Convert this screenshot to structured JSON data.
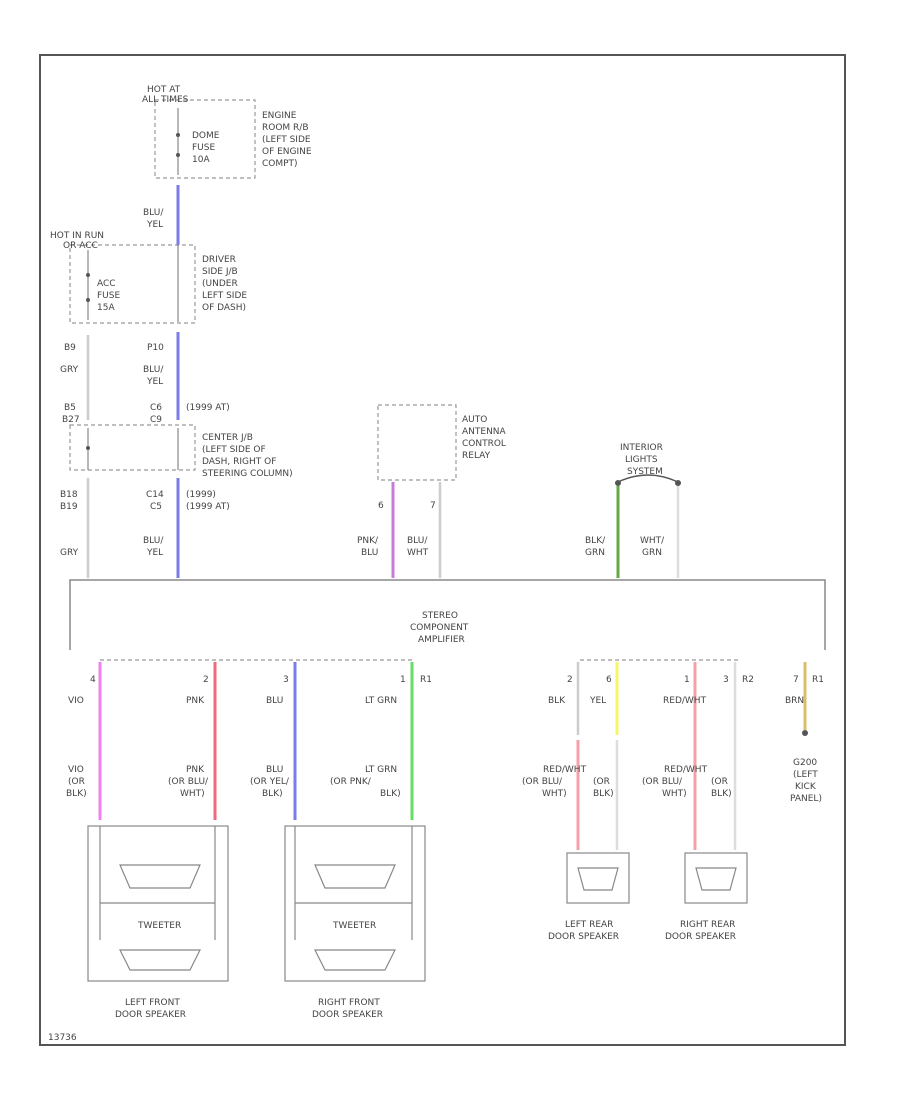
{
  "labels": {
    "hot_at": "HOT AT",
    "hot_at_sub": "ALL TIMES",
    "dome_fuse": [
      "DOME",
      "FUSE",
      "10A"
    ],
    "engine_rb": [
      "ENGINE",
      "ROOM R/B",
      "(LEFT SIDE",
      "OF ENGINE",
      "COMPT)"
    ],
    "hot_run": "HOT IN RUN",
    "hot_run_sub": "OR ACC",
    "acc_fuse": [
      "ACC",
      "FUSE",
      "15A"
    ],
    "driver_jb": [
      "DRIVER",
      "SIDE J/B",
      "(UNDER",
      "LEFT SIDE",
      "OF DASH)"
    ],
    "center_jb": [
      "CENTER J/B",
      "(LEFT SIDE OF",
      "DASH, RIGHT OF",
      "STEERING COLUMN)"
    ],
    "antenna_relay": [
      "AUTO",
      "ANTENNA",
      "CONTROL",
      "RELAY"
    ],
    "interior_lights": [
      "INTERIOR",
      "LIGHTS",
      "SYSTEM"
    ],
    "amp": [
      "STEREO",
      "COMPONENT",
      "AMPLIFIER"
    ],
    "ground": [
      "G200",
      "(LEFT",
      "KICK",
      "PANEL)"
    ],
    "footer": "13736"
  },
  "wire_labels": {
    "blu_yel_top": [
      "BLU/",
      "YEL"
    ],
    "p10": "P10",
    "blu_yel_mid": [
      "BLU/",
      "YEL"
    ],
    "b9": "B9",
    "gry_top": "GRY",
    "b5": "B5",
    "b27": "B27",
    "c6": "C6",
    "c6_note": "(1999 AT)",
    "c9": "C9",
    "b18": "B18",
    "b19": "B19",
    "c14": "C14",
    "c14_note": "(1999)",
    "c5": "C5",
    "c5_note": "(1999 AT)",
    "gry_bottom": "GRY",
    "blu_yel_bottom": [
      "BLU/",
      "YEL"
    ],
    "pnk_blu": [
      "PNK/",
      "BLU"
    ],
    "pin_6": "6",
    "blu_wht": [
      "BLU/",
      "WHT"
    ],
    "pin_7": "7",
    "blk_grn": [
      "BLK/",
      "GRN"
    ],
    "wht_grn": [
      "WHT/",
      "GRN"
    ],
    "pin_4": "4",
    "pin_2": "2",
    "pin_3": "3",
    "pin_1r1": "1",
    "r1": "R1",
    "vio": "VIO",
    "pnk": "PNK",
    "blu": "BLU",
    "lt_grn": "LT GRN",
    "pin_2b": "2",
    "pin_6b": "6",
    "blk": "BLK",
    "yel": "YEL",
    "pin_1b": "1",
    "pin_3b": "3",
    "r2": "R2",
    "red_wht": "RED/WHT",
    "pin_7b": "7",
    "pin_r1b": "R1",
    "brn": "BRN",
    "vio_or_blk": [
      "VIO",
      "(OR",
      "BLK)"
    ],
    "pnk_or": [
      "PNK",
      "(OR BLU/",
      "WHT)"
    ],
    "blu_or": [
      "BLU",
      "(OR YEL/",
      "BLK)"
    ],
    "lt_grn_or": [
      "LT GRN",
      "(OR PNK/",
      "BLK)"
    ],
    "red_wht_left": [
      "RED/WHT",
      "(OR BLU/",
      "WHT)"
    ],
    "or_blk_left": [
      "(OR",
      "BLK)"
    ],
    "red_wht_right": [
      "RED/WHT",
      "(OR BLU/",
      "WHT)"
    ],
    "or_blk_right": [
      "(OR",
      "BLK)"
    ],
    "tweeter": "TWEETER",
    "tweeter_r": "TWEETER"
  },
  "speakers": {
    "left_front": [
      "LEFT FRONT",
      "DOOR SPEAKER"
    ],
    "right_front": [
      "RIGHT FRONT",
      "DOOR SPEAKER"
    ],
    "left_rear": [
      "LEFT REAR",
      "DOOR SPEAKER"
    ],
    "right_rear": [
      "RIGHT REAR",
      "DOOR SPEAKER"
    ]
  },
  "colors": {
    "blue": "#7b7bea",
    "gray": "#bbbbbb",
    "violet": "#f080f0",
    "pink": "#f06a7c",
    "lt_green": "#66dd66",
    "yellow": "#f5f56a",
    "white": "#dddddd",
    "brown": "#d8c06a",
    "dk_green": "#66aa44",
    "pnk_blu": "#c77cd8"
  }
}
